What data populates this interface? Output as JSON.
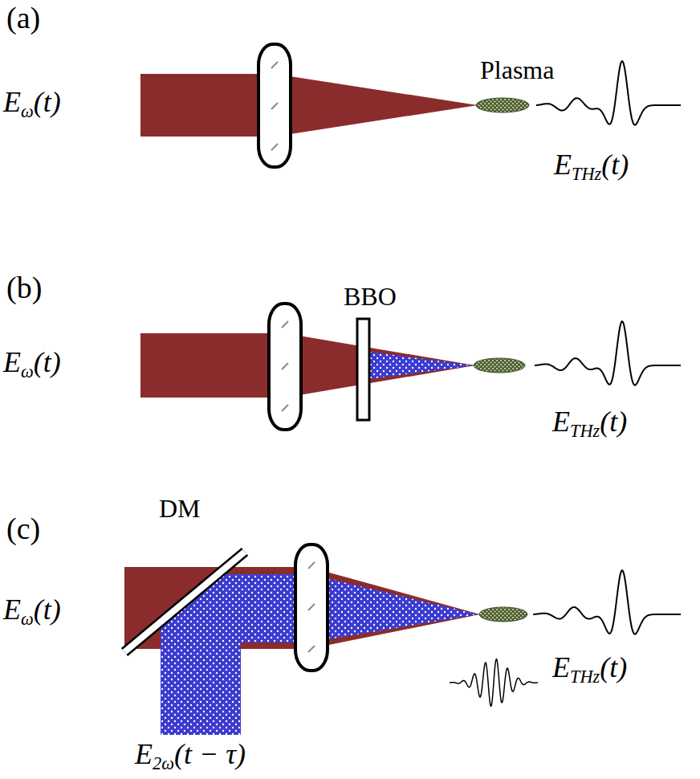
{
  "diagram": {
    "labels": [
      "(a)",
      "Eω(t)",
      "Plasma",
      "ETHz(t)",
      "(b)",
      "BBO",
      "Eω(t)",
      "ETHz(t)",
      "(c)",
      "DM",
      "Eω(t)",
      "ETHz(t)",
      "E2ω(t − τ)"
    ]
  }
}
